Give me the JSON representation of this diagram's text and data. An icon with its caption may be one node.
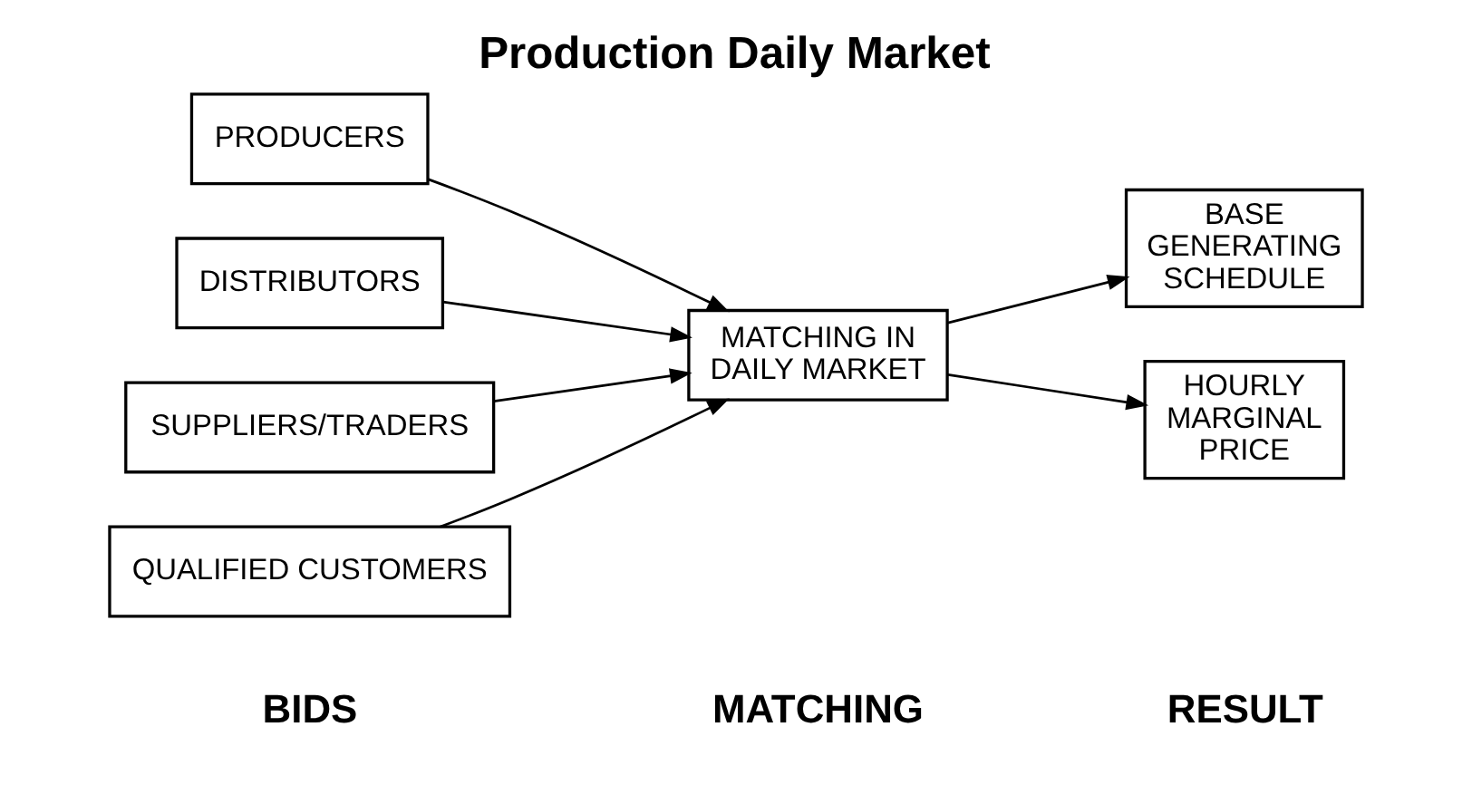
{
  "diagram": {
    "title": "Production Daily Market",
    "nodes": [
      {
        "text": [
          "PRODUCERS"
        ]
      },
      {
        "text": [
          "DISTRIBUTORS"
        ]
      },
      {
        "text": [
          "SUPPLIERS/TRADERS"
        ]
      },
      {
        "text": [
          "QUALIFIED CUSTOMERS"
        ]
      },
      {
        "text": [
          "MATCHING IN DAILY MARKET"
        ]
      },
      {
        "text": [
          "BASE GENERATING SCHEDULE"
        ]
      },
      {
        "text": [
          "HOURLY MARGINAL PRICE"
        ]
      }
    ],
    "edges": [
      {
        "from": 0,
        "to": 4,
        "arrow": "to"
      },
      {
        "from": 1,
        "to": 4,
        "arrow": "to"
      },
      {
        "from": 2,
        "to": 4,
        "arrow": "to"
      },
      {
        "from": 3,
        "to": 4,
        "arrow": "to"
      },
      {
        "from": 4,
        "to": 5,
        "arrow": "to"
      },
      {
        "from": 4,
        "to": 6,
        "arrow": "to"
      }
    ],
    "labels": [
      "BIDS",
      "MATCHING",
      "RESULT"
    ]
  }
}
